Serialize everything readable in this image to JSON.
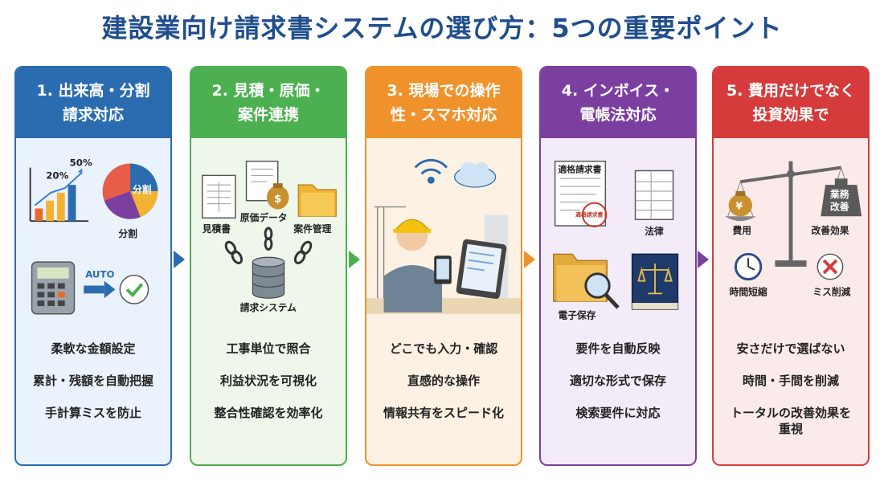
{
  "title": "建設業向け請求書システムの選び方：5つの重要ポイント",
  "colors": {
    "title": "#1f4e8c",
    "card1": "#2b6cb0",
    "card2": "#4caf50",
    "card3": "#f0922b",
    "card4": "#7b3fa0",
    "card5": "#d63b3b"
  },
  "cards": [
    {
      "heading_line1": "1. 出来高・分割",
      "heading_line2": "請求対応",
      "illustration": {
        "chart_label_20": "20%",
        "chart_label_50": "50%",
        "pie_label_inner": "分割",
        "pie_label_below": "分割",
        "auto_label": "AUTO",
        "icons": [
          "bar-chart-icon",
          "pie-chart-icon",
          "calculator-icon",
          "arrow-right-icon",
          "check-icon"
        ]
      },
      "items": [
        "柔軟な金額設定",
        "累計・残額を自動把握",
        "手計算ミスを防止"
      ]
    },
    {
      "heading_line1": "2. 見積・原価・",
      "heading_line2": "案件連携",
      "illustration": {
        "estimate_label": "見積書",
        "cost_label": "原価データ",
        "project_label": "案件管理",
        "system_label": "請求システム",
        "icons": [
          "document-icon",
          "money-bag-icon",
          "folder-icon",
          "database-icon",
          "chain-link-icon"
        ]
      },
      "items": [
        "工事単位で照合",
        "利益状況を可視化",
        "整合性確認を効率化"
      ]
    },
    {
      "heading_line1": "3. 現場での操作",
      "heading_line2": "性・スマホ対応",
      "illustration": {
        "icons": [
          "wifi-icon",
          "cloud-icon",
          "worker-icon",
          "smartphone-icon",
          "tablet-icon",
          "crane-icon"
        ]
      },
      "items": [
        "どこでも入力・確認",
        "直感的な操作",
        "情報共有をスピード化"
      ]
    },
    {
      "heading_line1": "4. インボイス・",
      "heading_line2": "電帳法対応",
      "illustration": {
        "invoice_label": "適格請求書",
        "stamp_label": "適格請求書",
        "law_label": "法律",
        "storage_label": "電子保存",
        "icons": [
          "invoice-document-icon",
          "stamp-icon",
          "spreadsheet-icon",
          "folder-magnifier-icon",
          "law-book-icon"
        ]
      },
      "items": [
        "要件を自動反映",
        "適切な形式で保存",
        "検索要件に対応"
      ]
    },
    {
      "heading_line1": "5. 費用だけでなく",
      "heading_line2": "投資効果で",
      "illustration": {
        "weight_line1": "業務",
        "weight_line2": "改善",
        "cost_label": "費用",
        "improvement_label": "改善効果",
        "time_label": "時間短縮",
        "error_label": "ミス削減",
        "yen_symbol": "¥",
        "icons": [
          "balance-scale-icon",
          "yen-bag-icon",
          "weight-icon",
          "clock-icon",
          "x-mark-icon"
        ]
      },
      "items": [
        "安さだけで選ばない",
        "時間・手間を削減",
        "トータルの改善効果を重視"
      ]
    }
  ]
}
